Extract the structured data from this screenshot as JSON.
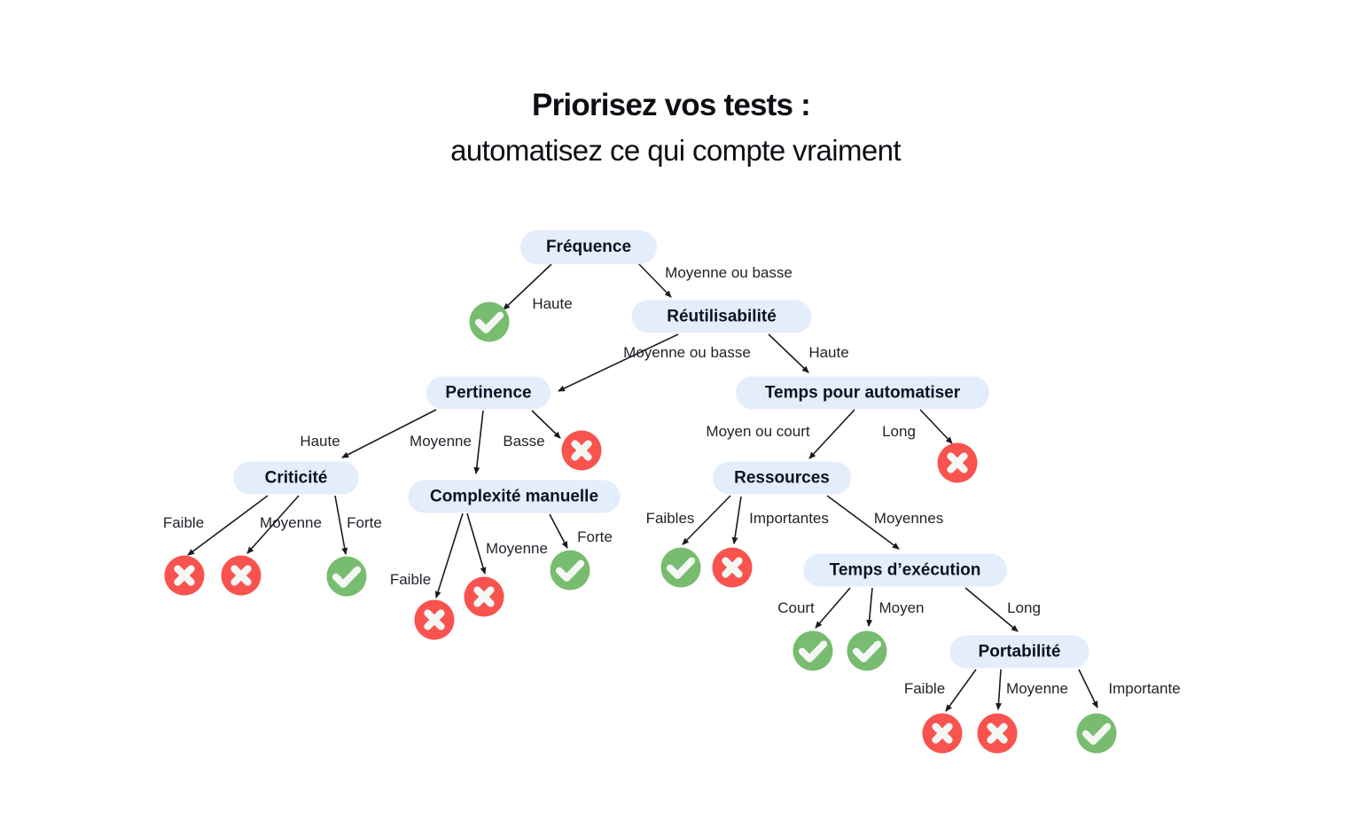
{
  "title": {
    "line1": "Priorisez vos tests :",
    "line2": "automatisez ce qui compte vraiment"
  },
  "colors": {
    "background": "#FFFFFF",
    "node_bg": "#E3EDFC",
    "node_text": "#0E1220",
    "label_text": "#1E2229",
    "edge_line": "#181B20",
    "check_bg": "#77BC6F",
    "cross_bg": "#F8534E",
    "icon_glyph": "#F5F7F5"
  },
  "nodes": {
    "frequence": "Fréquence",
    "reutilisabilite": "Réutilisabilité",
    "pertinence": "Pertinence",
    "temps_pour_automatiser": "Temps pour automatiser",
    "criticite": "Criticité",
    "complexite_manuelle": "Complexité manuelle",
    "ressources": "Ressources",
    "temps_d_execution": "Temps d’exécution",
    "portabilite": "Portabilité"
  },
  "edges": [
    {
      "from": "frequence",
      "label": "Haute",
      "to": "check"
    },
    {
      "from": "frequence",
      "label": "Moyenne ou basse",
      "to": "reutilisabilite"
    },
    {
      "from": "reutilisabilite",
      "label": "Moyenne ou basse",
      "to": "pertinence"
    },
    {
      "from": "reutilisabilite",
      "label": "Haute",
      "to": "temps_pour_automatiser"
    },
    {
      "from": "pertinence",
      "label": "Haute",
      "to": "criticite"
    },
    {
      "from": "pertinence",
      "label": "Moyenne",
      "to": "complexite_manuelle"
    },
    {
      "from": "pertinence",
      "label": "Basse",
      "to": "cross"
    },
    {
      "from": "temps_pour_automatiser",
      "label": "Moyen ou court",
      "to": "ressources"
    },
    {
      "from": "temps_pour_automatiser",
      "label": "Long",
      "to": "cross"
    },
    {
      "from": "criticite",
      "label": "Faible",
      "to": "cross"
    },
    {
      "from": "criticite",
      "label": "Moyenne",
      "to": "cross"
    },
    {
      "from": "criticite",
      "label": "Forte",
      "to": "check"
    },
    {
      "from": "complexite_manuelle",
      "label": "Faible",
      "to": "cross"
    },
    {
      "from": "complexite_manuelle",
      "label": "Moyenne",
      "to": "cross"
    },
    {
      "from": "complexite_manuelle",
      "label": "Forte",
      "to": "check"
    },
    {
      "from": "ressources",
      "label": "Faibles",
      "to": "check"
    },
    {
      "from": "ressources",
      "label": "Importantes",
      "to": "cross"
    },
    {
      "from": "ressources",
      "label": "Moyennes",
      "to": "temps_d_execution"
    },
    {
      "from": "temps_d_execution",
      "label": "Court",
      "to": "check"
    },
    {
      "from": "temps_d_execution",
      "label": "Moyen",
      "to": "check"
    },
    {
      "from": "temps_d_execution",
      "label": "Long",
      "to": "portabilite"
    },
    {
      "from": "portabilite",
      "label": "Faible",
      "to": "cross"
    },
    {
      "from": "portabilite",
      "label": "Moyenne",
      "to": "cross"
    },
    {
      "from": "portabilite",
      "label": "Importante",
      "to": "check"
    }
  ]
}
